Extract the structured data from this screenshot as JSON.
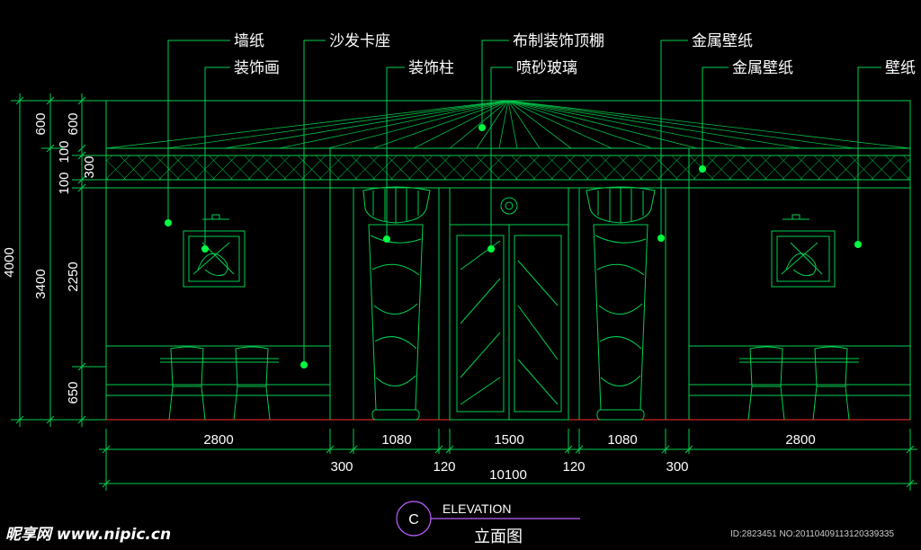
{
  "callouts": {
    "wallpaper": "墙纸",
    "decorative_painting": "装饰画",
    "sofa_booth": "沙发卡座",
    "decorative_column": "装饰柱",
    "fabric_ceiling": "布制装饰顶棚",
    "frosted_glass": "喷砂玻璃",
    "metal_wallpaper_1": "金属壁纸",
    "metal_wallpaper_2": "金属壁纸",
    "wallpaper_right": "壁纸"
  },
  "dimensions": {
    "horizontal": {
      "left_wall": "2800",
      "left_gap": "300",
      "left_column": "1080",
      "left_jamb": "120",
      "door": "1500",
      "right_jamb": "120",
      "right_column": "1080",
      "right_gap": "300",
      "right_wall": "2800",
      "total": "10100"
    },
    "vertical": {
      "total_height": "4000",
      "upper_600_a": "600",
      "lower_3400": "3400",
      "upper_600_b": "600",
      "band_100_a": "100",
      "band_100_b": "100",
      "band_300": "300",
      "middle_2250": "2250",
      "base_650": "650"
    }
  },
  "title_block": {
    "symbol": "C",
    "title_en": "ELEVATION",
    "title_cn": "立面图"
  },
  "watermark": {
    "site": "昵享网 www.nipic.cn",
    "id": "ID:2823451 NO:20110409113120339335"
  },
  "colors": {
    "line": "#00d050",
    "callout": "#00ff40",
    "base_line": "#ff3030",
    "title_line": "#c060ff",
    "text": "#ffffff"
  }
}
